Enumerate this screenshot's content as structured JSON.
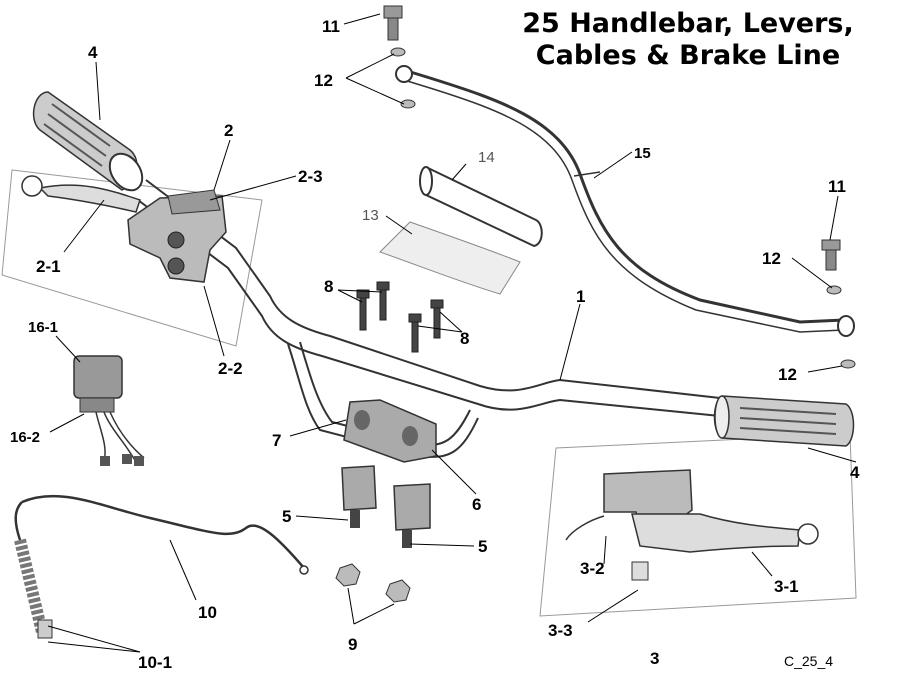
{
  "title_line1": "25 Handlebar, Levers,",
  "title_line2": "Cables & Brake Line",
  "figure_code": "C_25_4",
  "callouts": {
    "c1": "1",
    "c2": "2",
    "c2_1": "2-1",
    "c2_2": "2-2",
    "c2_3": "2-3",
    "c3": "3",
    "c3_1": "3-1",
    "c3_2": "3-2",
    "c3_3": "3-3",
    "c4_top": "4",
    "c4_right": "4",
    "c5_left": "5",
    "c5_right": "5",
    "c6": "6",
    "c7": "7",
    "c8_left": "8",
    "c8_right": "8",
    "c9": "9",
    "c10": "10",
    "c10_1": "10-1",
    "c11_top": "11",
    "c11_right": "11",
    "c12_top": "12",
    "c12_mid": "12",
    "c12_low": "12",
    "c13": "13",
    "c14": "14",
    "c15": "15",
    "c16_1": "16-1",
    "c16_2": "16-2"
  }
}
